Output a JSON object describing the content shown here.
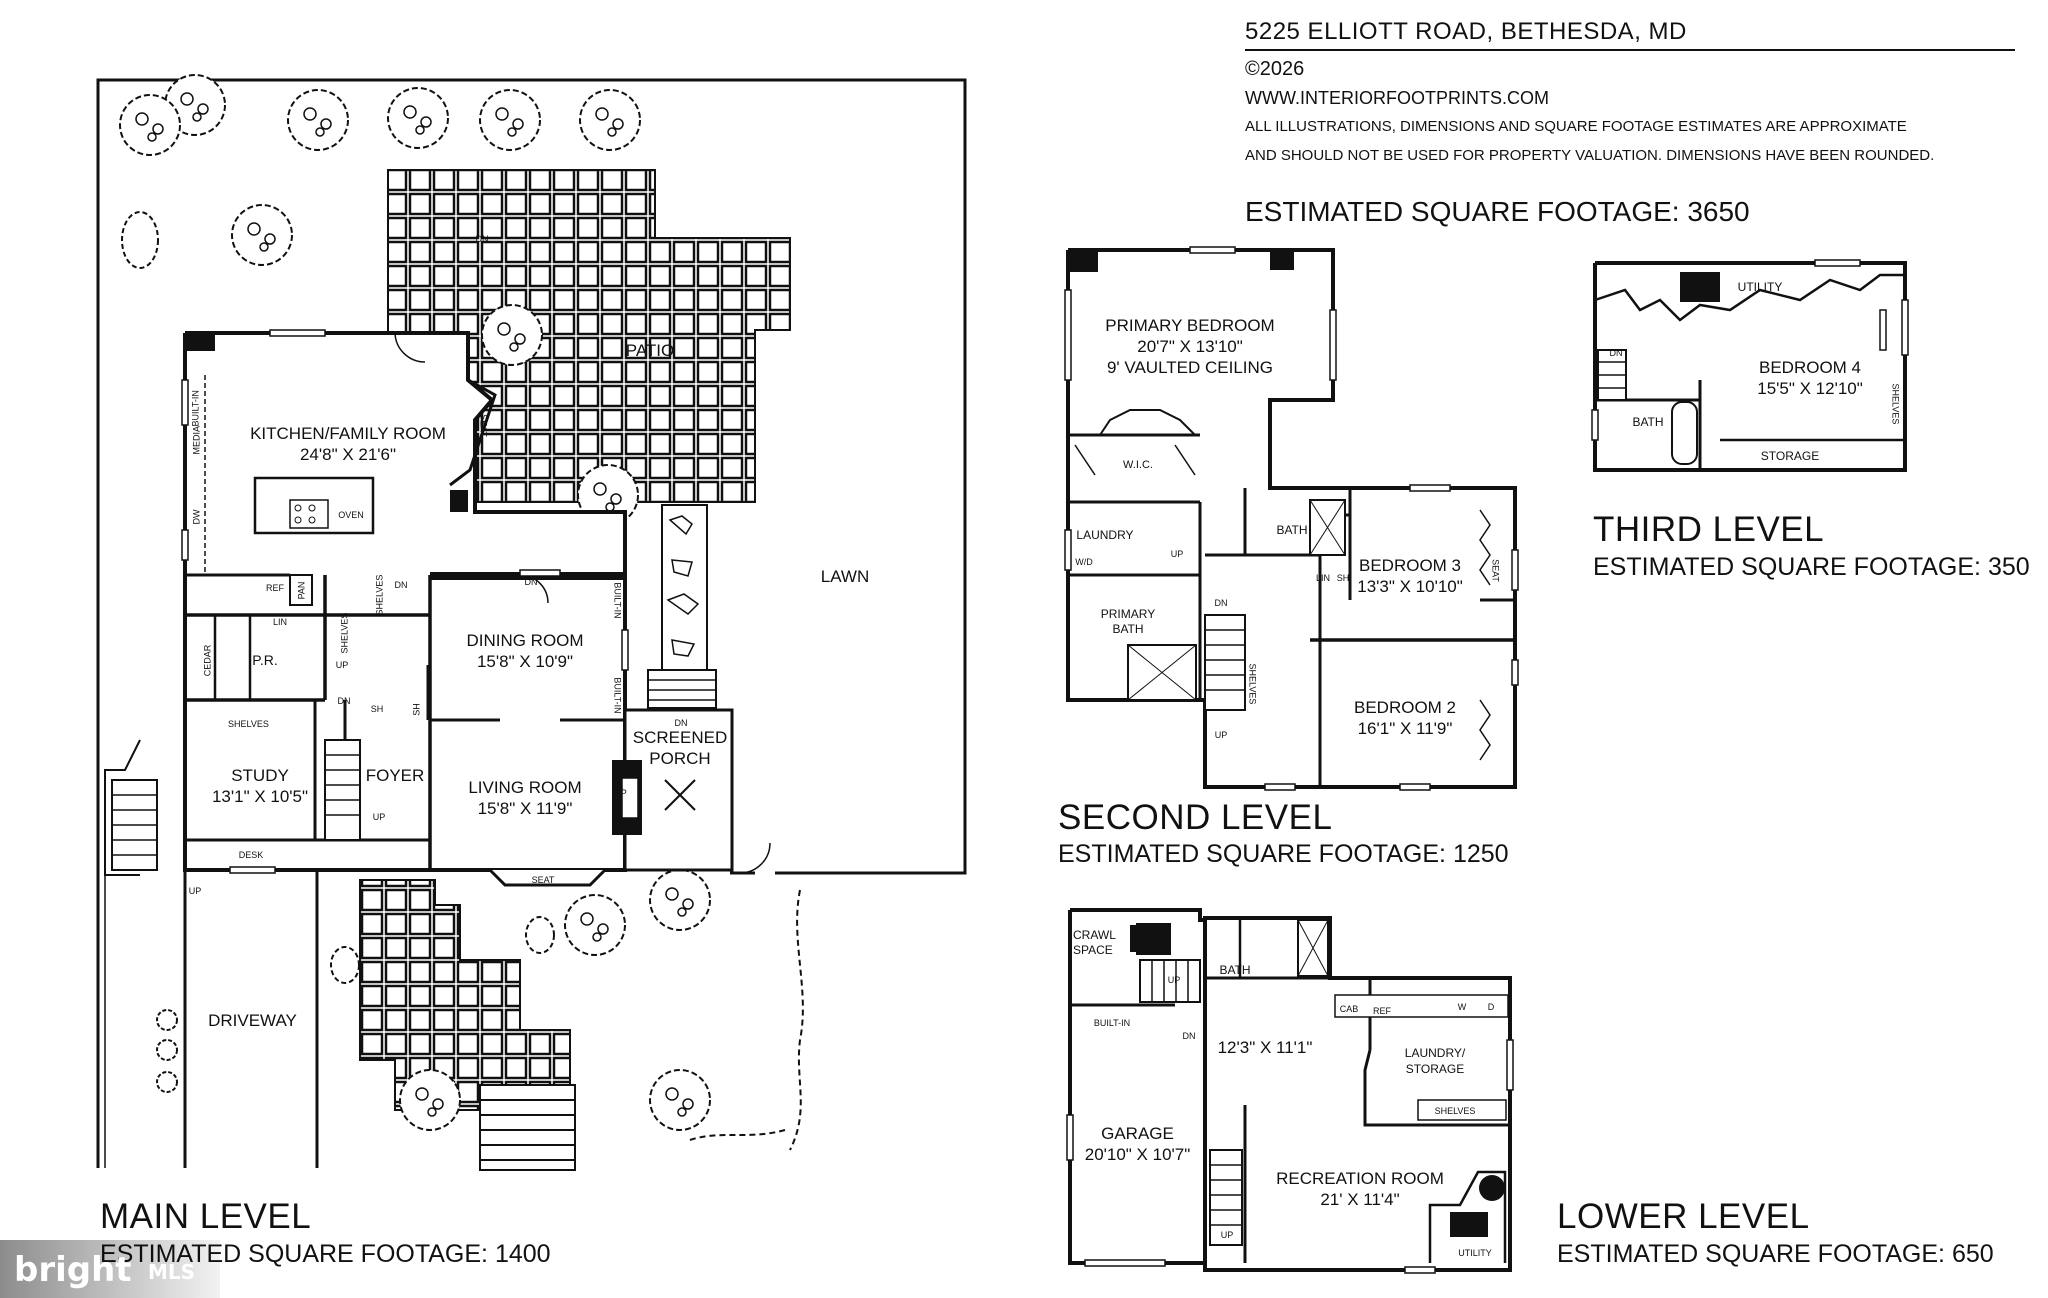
{
  "header": {
    "address": "5225 ELLIOTT ROAD, BETHESDA, MD",
    "copyright": "©2026",
    "website": "WWW.INTERIORFOOTPRINTS.COM",
    "disclaimer_1": "ALL ILLUSTRATIONS, DIMENSIONS AND SQUARE FOOTAGE ESTIMATES ARE APPROXIMATE",
    "disclaimer_2": "AND  SHOULD NOT BE USED FOR PROPERTY VALUATION. DIMENSIONS HAVE BEEN ROUNDED.",
    "total_sqft": "ESTIMATED SQUARE FOOTAGE: 3650"
  },
  "main_level": {
    "title": "MAIN LEVEL",
    "sqft": "ESTIMATED SQUARE FOOTAGE:  1400",
    "rooms": {
      "kitchen_name": "KITCHEN/FAMILY ROOM",
      "kitchen_dim": "24'8\" X 21'6\"",
      "dining_name": "DINING ROOM",
      "dining_dim": "15'8\" X 10'9\"",
      "living_name": "LIVING ROOM",
      "living_dim": "15'8\" X 11'9\"",
      "study_name": "STUDY",
      "study_dim": "13'1\" X 10'5\"",
      "foyer": "FOYER",
      "pr": "P.R.",
      "screened_porch": "SCREENED PORCH",
      "patio": "PATIO",
      "lawn": "LAWN",
      "driveway": "DRIVEWAY"
    },
    "small": {
      "built_in": "BUILT-IN",
      "media": "MEDIA",
      "dw": "DW",
      "ref": "REF",
      "pan": "PAN",
      "lin": "LIN",
      "oven": "OVEN",
      "seat": "SEAT",
      "shelves": "SHELVES",
      "cedar": "CEDAR",
      "sh": "SH",
      "fp": "FP",
      "desk": "DESK",
      "dn": "DN",
      "up": "UP"
    }
  },
  "second_level": {
    "title": "SECOND LEVEL",
    "sqft": "ESTIMATED SQUARE FOOTAGE:  1250",
    "rooms": {
      "primary_name": "PRIMARY BEDROOM",
      "primary_dim": "20'7\" X 13'10\"",
      "primary_note": "9' VAULTED CEILING",
      "wic": "W.I.C.",
      "laundry": "LAUNDRY",
      "wd": "W/D",
      "primary_bath": "PRIMARY BATH",
      "bath": "BATH",
      "bed3_name": "BEDROOM 3",
      "bed3_dim": "13'3\" X 10'10\"",
      "bed2_name": "BEDROOM 2",
      "bed2_dim": "16'1\" X 11'9\"",
      "lin": "LIN",
      "sh": "SH",
      "seat": "SEAT",
      "shelves": "SHELVES",
      "dn": "DN",
      "up": "UP"
    }
  },
  "third_level": {
    "title": "THIRD LEVEL",
    "sqft": "ESTIMATED SQUARE FOOTAGE: 350",
    "rooms": {
      "bed4_name": "BEDROOM 4",
      "bed4_dim": "15'5\" X 12'10\"",
      "utility": "UTILITY",
      "bath": "BATH",
      "storage": "STORAGE",
      "shelves": "SHELVES",
      "dn": "DN"
    }
  },
  "lower_level": {
    "title": "LOWER LEVEL",
    "sqft": "ESTIMATED SQUARE FOOTAGE: 650",
    "rooms": {
      "crawl": "CRAWL SPACE",
      "bath": "BATH",
      "garage_name": "GARAGE",
      "garage_dim": "20'10\" X 10'7\"",
      "built_in": "BUILT-IN",
      "hall_dim": "12'3\" X 11'1\"",
      "laundry": "LAUNDRY/ STORAGE",
      "cab": "CAB",
      "ref": "REF",
      "w": "W",
      "d": "D",
      "shelves": "SHELVES",
      "rec_name": "RECREATION ROOM",
      "rec_dim": "21' X 11'4\"",
      "utility": "UTILITY",
      "dn": "DN",
      "up": "UP"
    }
  },
  "watermark": {
    "brand": "bright",
    "suffix": "MLS"
  }
}
